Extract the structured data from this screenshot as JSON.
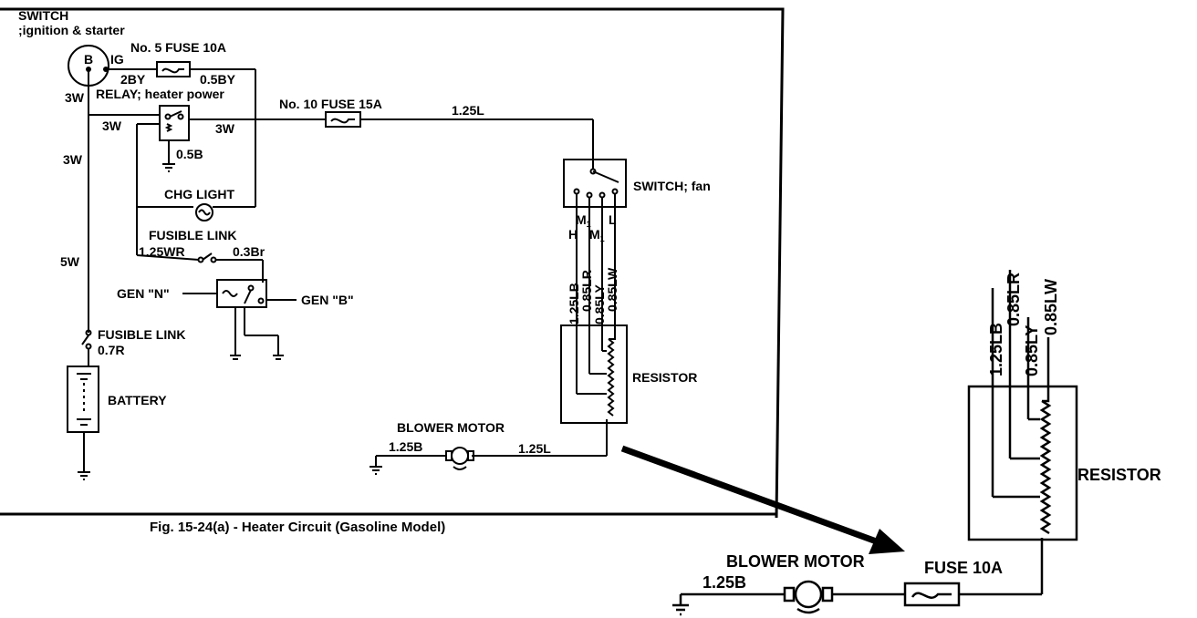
{
  "caption": "Fig. 15-24(a) - Heater Circuit  (Gasoline Model)",
  "left": {
    "switch_title": "SWITCH",
    "switch_sub": ";ignition & starter",
    "term_b": "B",
    "term_ig": "IG",
    "fuse5": "No.  5 FUSE 10A",
    "wire_2by": "2BY",
    "wire_05by": "0.5BY",
    "wire_3w_1": "3W",
    "relay": "RELAY; heater power",
    "wire_3w_2": "3W",
    "wire_3w_3": "3W",
    "wire_3w_4": "3W",
    "fuse10": "No. 10 FUSE 15A",
    "wire_125l_top": "1.25L",
    "wire_05b": "0.5B",
    "chg_light": "CHG LIGHT",
    "fusible_link_1": "FUSIBLE LINK",
    "wire_125wr": "1.25WR",
    "wire_03br": "0.3Br",
    "gen_n": "GEN \"N\"",
    "gen_b": "GEN \"B\"",
    "wire_5w": "5W",
    "fusible_link_2": "FUSIBLE LINK",
    "wire_07r": "0.7R",
    "battery": "BATTERY",
    "switch_fan": "SWITCH; fan",
    "term_m1a": "M",
    "term_m1a_sub": "1",
    "term_l": "L",
    "term_h": "H",
    "term_m1b": "M",
    "term_m1b_sub": "1",
    "wire_125lb": "1.25LB",
    "wire_085lr": "0.85LR",
    "wire_085ly": "0.85LY",
    "wire_085lw": "0.85LW",
    "resistor": "RESISTOR",
    "blower_motor": "BLOWER MOTOR",
    "wire_125b": "1.25B",
    "wire_125l_bottom": "1.25L"
  },
  "right": {
    "wire_125lb": "1.25LB",
    "wire_085lr": "0.85LR",
    "wire_085ly": "0.85LY",
    "wire_085lw": "0.85LW",
    "resistor": "RESISTOR",
    "blower_motor": "BLOWER MOTOR",
    "fuse": "FUSE 10A",
    "wire_125b": "1.25B"
  }
}
